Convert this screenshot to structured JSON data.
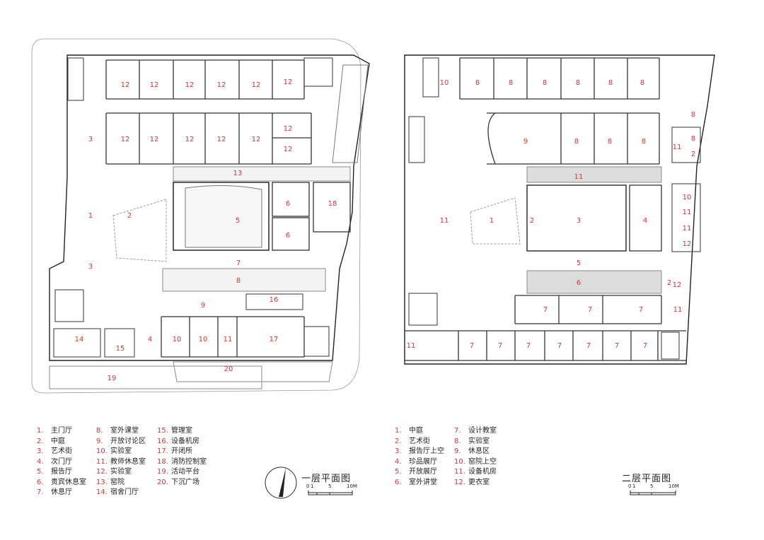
{
  "floor1": {
    "title": "一层平面图",
    "scale_labels": [
      "0",
      "1",
      "5",
      "10M"
    ],
    "legend": [
      {
        "n": "1.",
        "t": "主门厅"
      },
      {
        "n": "2.",
        "t": "中庭"
      },
      {
        "n": "3.",
        "t": "艺术街"
      },
      {
        "n": "4.",
        "t": "次门厅"
      },
      {
        "n": "5.",
        "t": "报告厅"
      },
      {
        "n": "6.",
        "t": "贵宾休息室"
      },
      {
        "n": "7.",
        "t": "休息厅"
      },
      {
        "n": "8.",
        "t": "室外课堂"
      },
      {
        "n": "9.",
        "t": "开放讨论区"
      },
      {
        "n": "10.",
        "t": "实验室"
      },
      {
        "n": "11.",
        "t": "教师休息室"
      },
      {
        "n": "12.",
        "t": "实验室"
      },
      {
        "n": "13.",
        "t": "窑院"
      },
      {
        "n": "14.",
        "t": "宿舍门厅"
      },
      {
        "n": "15.",
        "t": "管理室"
      },
      {
        "n": "16.",
        "t": "设备机房"
      },
      {
        "n": "17.",
        "t": "开闭所"
      },
      {
        "n": "18.",
        "t": "消防控制室"
      },
      {
        "n": "19.",
        "t": "活动平台"
      },
      {
        "n": "20.",
        "t": "下沉广场"
      }
    ],
    "room_numbers": [
      "12",
      "12",
      "12",
      "12",
      "12",
      "12",
      "12",
      "12",
      "12",
      "12",
      "12",
      "12",
      "12",
      "3",
      "13",
      "1",
      "2",
      "6",
      "18",
      "5",
      "6",
      "3",
      "7",
      "8",
      "9",
      "16",
      "14",
      "15",
      "4",
      "10",
      "10",
      "11",
      "17",
      "19",
      "20"
    ]
  },
  "floor2": {
    "title": "二层平面图",
    "scale_labels": [
      "0",
      "1",
      "5",
      "10M"
    ],
    "legend": [
      {
        "n": "1.",
        "t": "中庭"
      },
      {
        "n": "2.",
        "t": "艺术街"
      },
      {
        "n": "3.",
        "t": "报告厅上空"
      },
      {
        "n": "4.",
        "t": "珍品展厅"
      },
      {
        "n": "5.",
        "t": "开放展厅"
      },
      {
        "n": "6.",
        "t": "室外讲堂"
      },
      {
        "n": "7.",
        "t": "设计教室"
      },
      {
        "n": "8.",
        "t": "实验室"
      },
      {
        "n": "9.",
        "t": "休息区"
      },
      {
        "n": "10.",
        "t": "窑院上空"
      },
      {
        "n": "11.",
        "t": "设备机房"
      },
      {
        "n": "12.",
        "t": "更衣室"
      }
    ],
    "room_numbers": [
      "10",
      "8",
      "8",
      "8",
      "8",
      "8",
      "8",
      "8",
      "9",
      "8",
      "8",
      "8",
      "8",
      "11",
      "2",
      "11",
      "10",
      "11",
      "11",
      "12",
      "12",
      "2",
      "11",
      "1",
      "3",
      "4",
      "5",
      "6",
      "2",
      "7",
      "7",
      "7",
      "11",
      "11",
      "7",
      "7",
      "7",
      "7",
      "7",
      "7",
      "7"
    ]
  }
}
